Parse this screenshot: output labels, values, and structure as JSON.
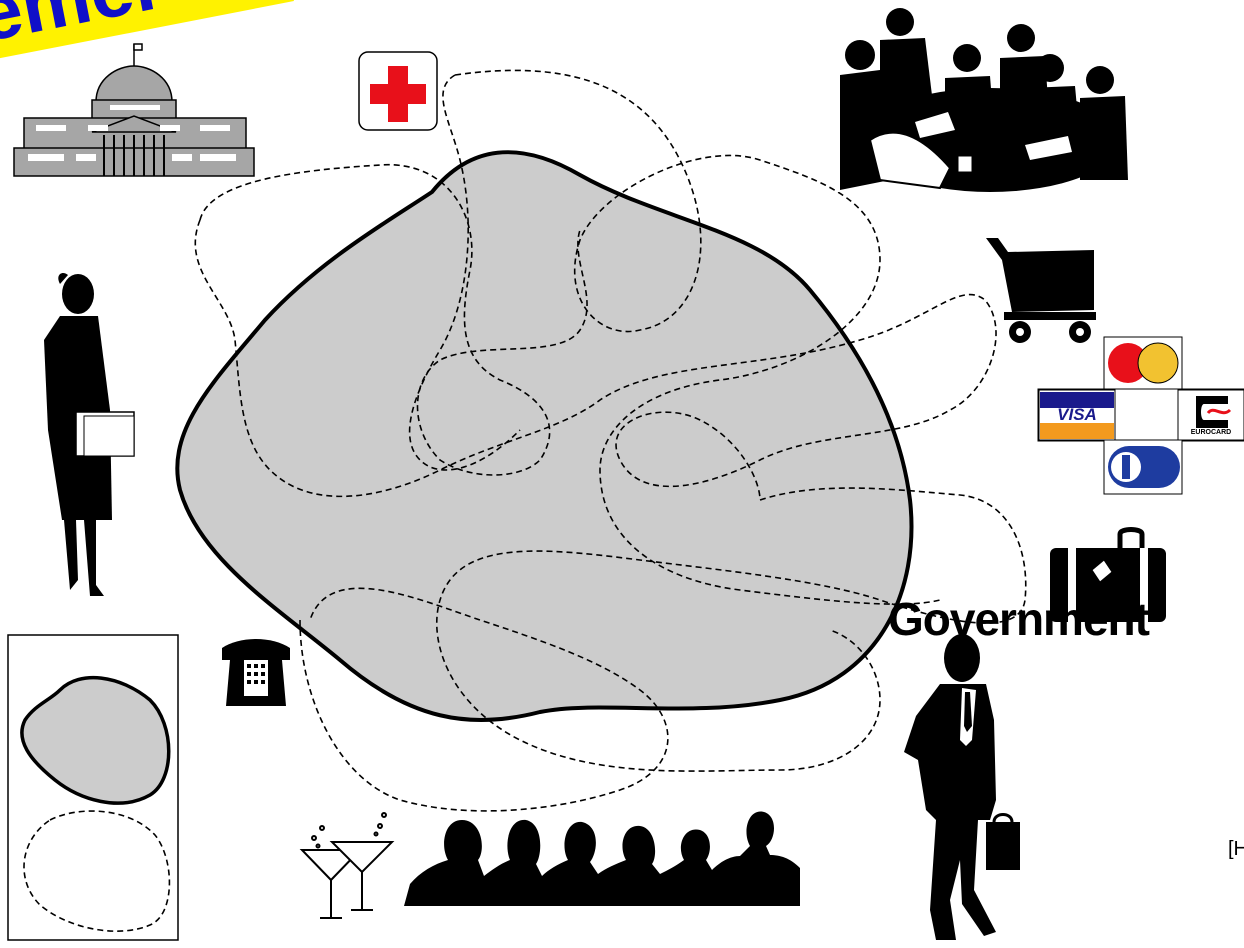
{
  "banner": {
    "text": "emer",
    "color": "#1010c8",
    "background": "#fff200"
  },
  "labels": {
    "government": "Government",
    "cut_text": "[H",
    "visa": "VISA",
    "eurocard": "EUROCARD"
  },
  "colors": {
    "blob_fill": "#cccccc",
    "outline": "#000000",
    "cross": "#e8101a",
    "building": "#a6a6a6",
    "visa_blue": "#1a1a8c",
    "visa_orange": "#f39a1e",
    "mastercard_red": "#e8101a",
    "mastercard_yellow": "#f2c230",
    "diners_blue": "#1e3ca0"
  },
  "icons": [
    "government-building-icon",
    "first-aid-cross-icon",
    "business-meeting-icon",
    "shopping-cart-icon",
    "credit-cards-icon",
    "luggage-icon",
    "businesswoman-icon",
    "businessman-icon",
    "telephone-icon",
    "cocktail-glasses-icon",
    "audience-silhouettes-icon"
  ]
}
